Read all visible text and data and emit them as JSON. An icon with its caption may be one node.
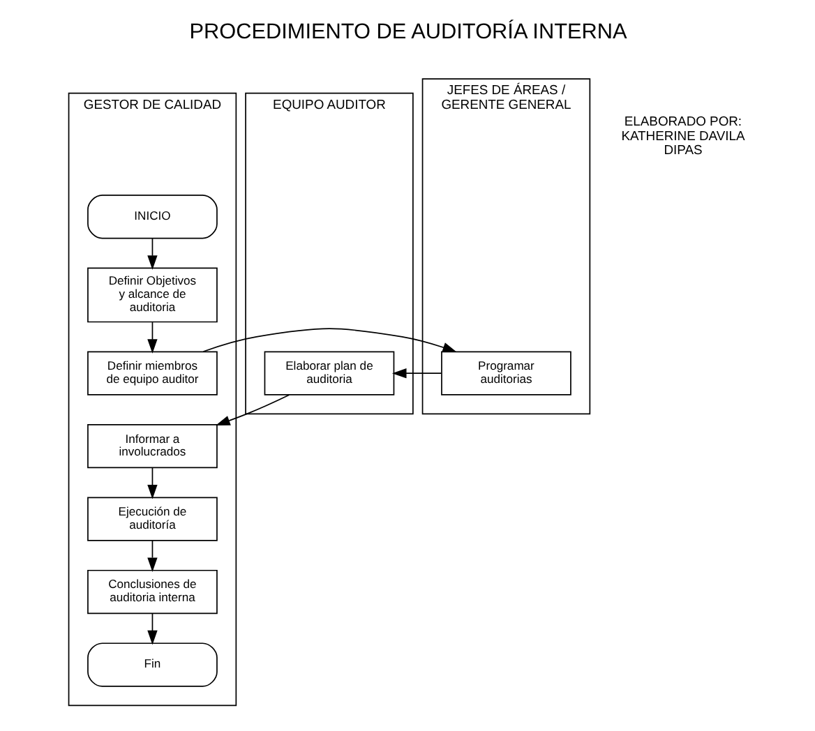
{
  "diagram": {
    "title": "PROCEDIMIENTO DE AUDITORÍA INTERNA",
    "nodes": [
      {
        "text": [
          "GESTOR DE CALIDAD"
        ]
      },
      {
        "text": [
          "JEFES DE ÁREAS / GERENTE GENERAL"
        ]
      },
      {
        "text": [
          "EQUIPO AUDITOR"
        ]
      },
      {
        "text": [
          "INICIO"
        ],
        "in": 0
      },
      {
        "text": [
          "Definir Objetivos y alcance de auditoria"
        ],
        "in": 0
      },
      {
        "text": [
          "Definir miembros de equipo auditor"
        ],
        "in": 0
      },
      {
        "text": [
          "Programar auditorias"
        ],
        "in": 1
      },
      {
        "text": [
          "Elaborar plan de auditoria"
        ],
        "in": 2
      },
      {
        "text": [
          "Informar a involucrados"
        ],
        "in": 0
      },
      {
        "text": [
          "Ejecución de auditoría"
        ],
        "in": 0
      },
      {
        "text": [
          "Conclusiones de auditoria interna"
        ],
        "in": 0
      },
      {
        "text": [
          "Fin"
        ],
        "in": 0
      }
    ],
    "edges": [
      {
        "from": 3,
        "to": 4,
        "arrow": "to"
      },
      {
        "from": 4,
        "to": 5,
        "arrow": "to"
      },
      {
        "from": 5,
        "to": 6,
        "arrow": "to"
      },
      {
        "from": 6,
        "to": 7,
        "arrow": "to"
      },
      {
        "from": 7,
        "to": 8,
        "arrow": "to"
      },
      {
        "from": 8,
        "to": 9,
        "arrow": "to"
      },
      {
        "from": 9,
        "to": 10,
        "arrow": "to"
      },
      {
        "from": 10,
        "to": 11,
        "arrow": "to"
      }
    ],
    "labels": [
      "ELABORADO POR: KATHERINE DAVILA DIPAS"
    ]
  }
}
